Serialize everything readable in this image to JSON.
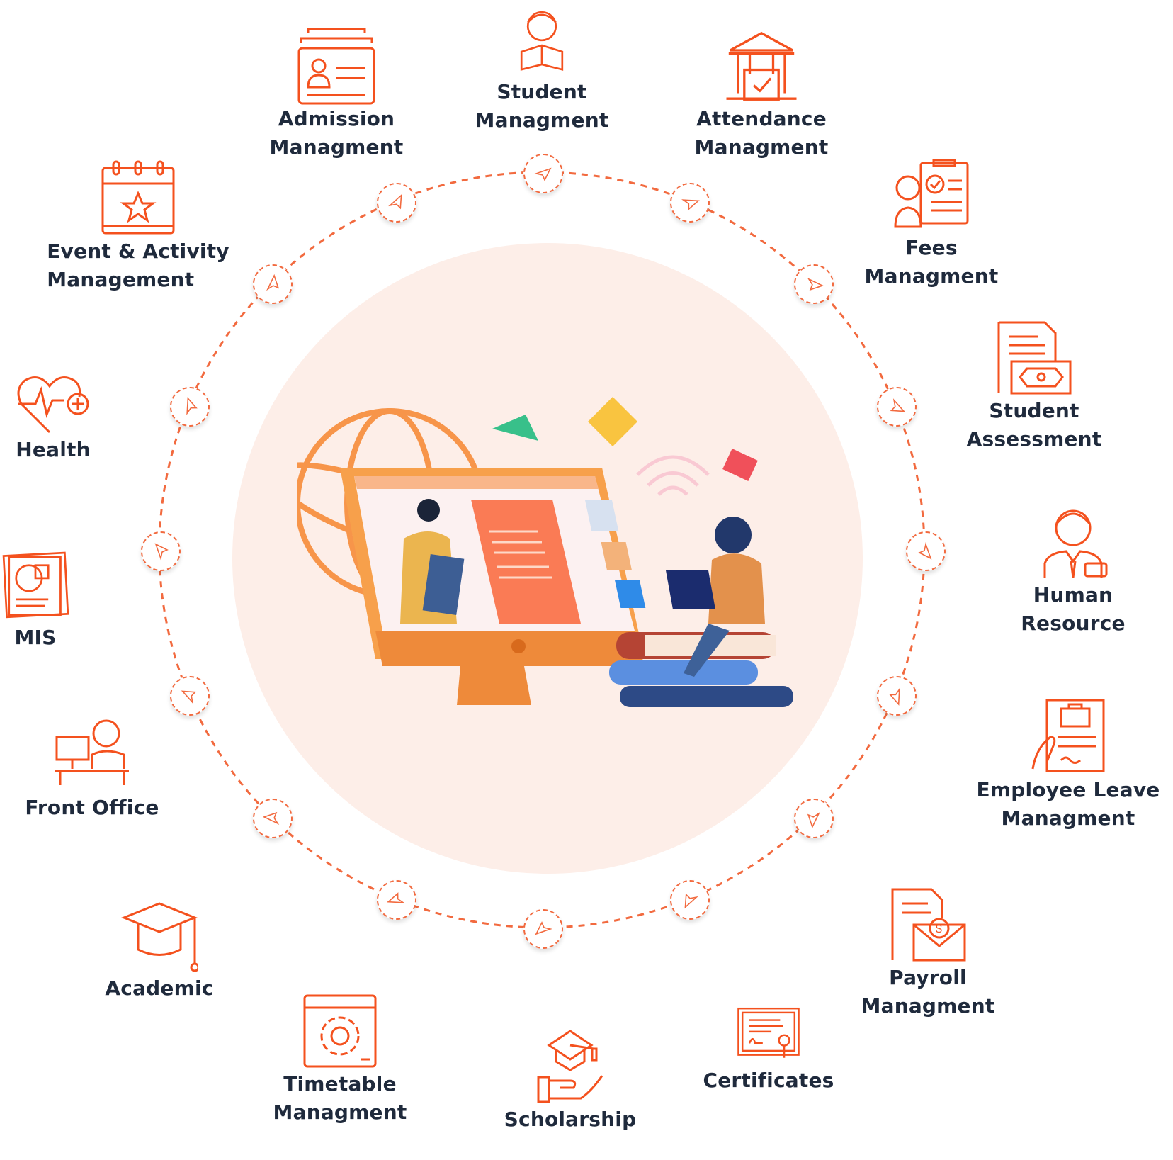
{
  "colors": {
    "accent": "#F4511E",
    "text": "#1F2A3C",
    "center_bg": "#FDEEE8",
    "ring": "#F26A3F"
  },
  "center": {
    "illustration": "computer-with-teacher-and-student-on-books"
  },
  "modules": [
    {
      "id": "student",
      "label_lines": [
        "Student",
        "Managment"
      ],
      "icon": "student-reading-icon"
    },
    {
      "id": "attendance",
      "label_lines": [
        "Attendance",
        "Managment"
      ],
      "icon": "building-calendar-check-icon"
    },
    {
      "id": "fees",
      "label_lines": [
        "Fees",
        "Managment"
      ],
      "icon": "person-clipboard-check-icon"
    },
    {
      "id": "assessment",
      "label_lines": [
        "Student",
        "Assessment"
      ],
      "icon": "document-money-icon"
    },
    {
      "id": "hr",
      "label_lines": [
        "Human",
        "Resource"
      ],
      "icon": "hr-person-icon"
    },
    {
      "id": "leave",
      "label_lines": [
        "Employee Leave",
        "Managment"
      ],
      "icon": "hand-document-briefcase-icon"
    },
    {
      "id": "payroll",
      "label_lines": [
        "Payroll",
        "Managment"
      ],
      "icon": "document-envelope-dollar-icon"
    },
    {
      "id": "certificates",
      "label_lines": [
        "Certificates"
      ],
      "icon": "certificate-icon"
    },
    {
      "id": "scholarship",
      "label_lines": [
        "Scholarship"
      ],
      "icon": "hand-graduation-cap-icon"
    },
    {
      "id": "timetable",
      "label_lines": [
        "Timetable",
        "Managment"
      ],
      "icon": "window-gear-icon"
    },
    {
      "id": "academic",
      "label_lines": [
        "Academic"
      ],
      "icon": "graduation-cap-icon"
    },
    {
      "id": "frontoffice",
      "label_lines": [
        "Front Office"
      ],
      "icon": "receptionist-desk-icon"
    },
    {
      "id": "mis",
      "label_lines": [
        "MIS"
      ],
      "icon": "report-pie-chart-icon"
    },
    {
      "id": "health",
      "label_lines": [
        "Health"
      ],
      "icon": "heart-pulse-plus-icon"
    },
    {
      "id": "event",
      "label_lines": [
        "Event & Activity",
        "Management"
      ],
      "icon": "calendar-star-icon"
    },
    {
      "id": "admission",
      "label_lines": [
        "Admission",
        "Managment"
      ],
      "icon": "id-card-icon"
    }
  ],
  "ring_nodes_count": 16,
  "ring_node_icon": "paper-plane-icon"
}
